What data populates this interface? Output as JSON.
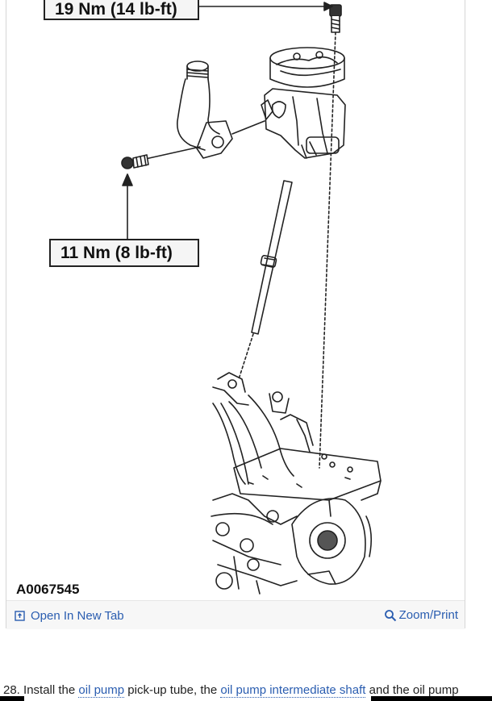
{
  "figure": {
    "torque_top": "19 Nm (14 lb-ft)",
    "torque_mid": "11 Nm (8 lb-ft)",
    "figure_id": "A0067545",
    "open_tab_label": "Open In New Tab",
    "zoom_print_label": "Zoom/Print"
  },
  "step": {
    "number": "28.",
    "text_1": " Install the ",
    "link_1": "oil pump",
    "text_2": " pick-up tube, the ",
    "link_2": "oil pump intermediate shaft",
    "text_3": " and the oil pump"
  }
}
